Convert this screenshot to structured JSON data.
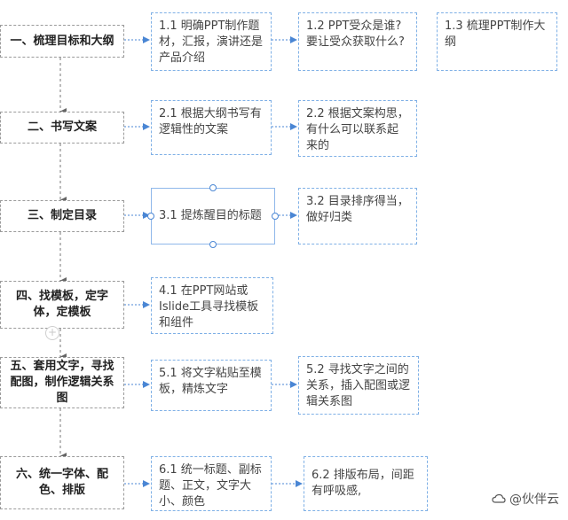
{
  "stages": [
    {
      "label": "一、梳理目标和大纲"
    },
    {
      "label": "二、书写文案"
    },
    {
      "label": "三、制定目录"
    },
    {
      "label": "四、找模板，定字体，定模板"
    },
    {
      "label": "五、套用文字，寻找配图，制作逻辑关系图"
    },
    {
      "label": "六、统一字体、配色、排版"
    }
  ],
  "tasks": {
    "t1_1": "1.1 明确PPT制作题材，汇报，演讲还是产品介绍",
    "t1_2": "1.2 PPT受众是谁?\n要让受众获取什么?",
    "t1_3": "1.3 梳理PPT制作大纲",
    "t2_1": "2.1 根据大纲书写有逻辑性的文案",
    "t2_2": "2.2 根据文案构思，有什么可以联系起来的",
    "t3_1": "3.1 提炼醒目的标题",
    "t3_2": "3.2 目录排序得当，做好归类",
    "t4_1": "4.1 在PPT网站或Islide工具寻找模板和组件",
    "t5_1": "5.1 将文字粘贴至模板，精炼文字",
    "t5_2": "5.2 寻找文字之间的关系，插入配图或逻辑关系图",
    "t6_1": "6.1 统一标题、副标题、正文，文字大小、颜色",
    "t6_2": "6.2 排版布局，间距有呼吸感,"
  },
  "watermark": {
    "text": "@伙伴云",
    "icon": "cloud-icon"
  },
  "colors": {
    "stage_border": "#9a9a9a",
    "task_border": "#7fb0e6",
    "connector": "#4a86d4",
    "handle": "#4a86d4"
  }
}
